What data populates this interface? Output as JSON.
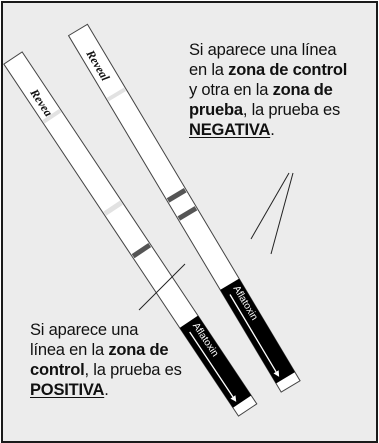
{
  "strips": {
    "brand": "Reveal",
    "analyte": "Aflatoxin"
  },
  "negative_note": {
    "line1": "Si aparece una línea",
    "line2_prefix": "en la ",
    "line2_bold": "zona de control",
    "line3_prefix": "y otra en la ",
    "line3_bold": "zona de",
    "line4_bold": "prueba",
    "line4_suffix": ", la prueba es",
    "result": "NEGATIVA",
    "result_suffix": "."
  },
  "positive_note": {
    "line1": "Si aparece una",
    "line2_prefix": "línea en la ",
    "line2_bold": "zona de",
    "line3_bold": "control",
    "line3_suffix": ", la prueba es",
    "result": "POSITIVA",
    "result_suffix": "."
  },
  "colors": {
    "background": "#ececec",
    "border": "#1a1a1a",
    "strip": "#ffffff",
    "strip_label": "#000000",
    "control_line": "#555555",
    "faint_line": "#e2e2e2"
  }
}
